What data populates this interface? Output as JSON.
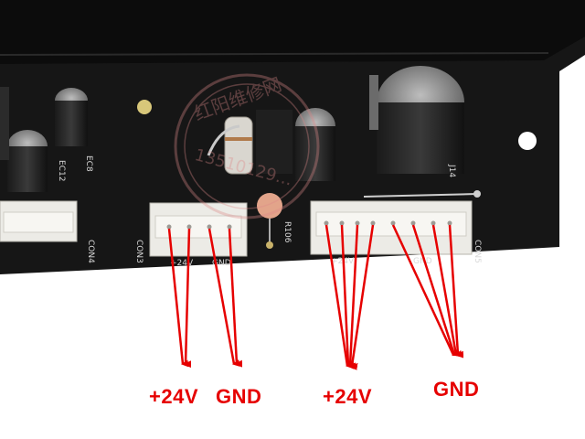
{
  "photo": {
    "subject": "pcb-connectors",
    "silkscreen": {
      "con4": "CON4",
      "con3": "CON3",
      "con5": "CON5",
      "con3_v": "+24V",
      "con3_g": "GND",
      "con5_v": "+24V",
      "con5_g": "GND",
      "ec8": "EC8",
      "ec12": "EC12",
      "j14": "J14",
      "r106": "R106"
    },
    "watermark": {
      "text": "红阳维修网",
      "phone": "13510129…"
    }
  },
  "annotations": {
    "con3_v_label": "+24V",
    "con3_g_label": "GND",
    "con5_v_label": "+24V",
    "con5_g_label": "GND",
    "colors": {
      "v": "#e60000",
      "g": "#e60000",
      "arrow": "#e60000"
    }
  }
}
